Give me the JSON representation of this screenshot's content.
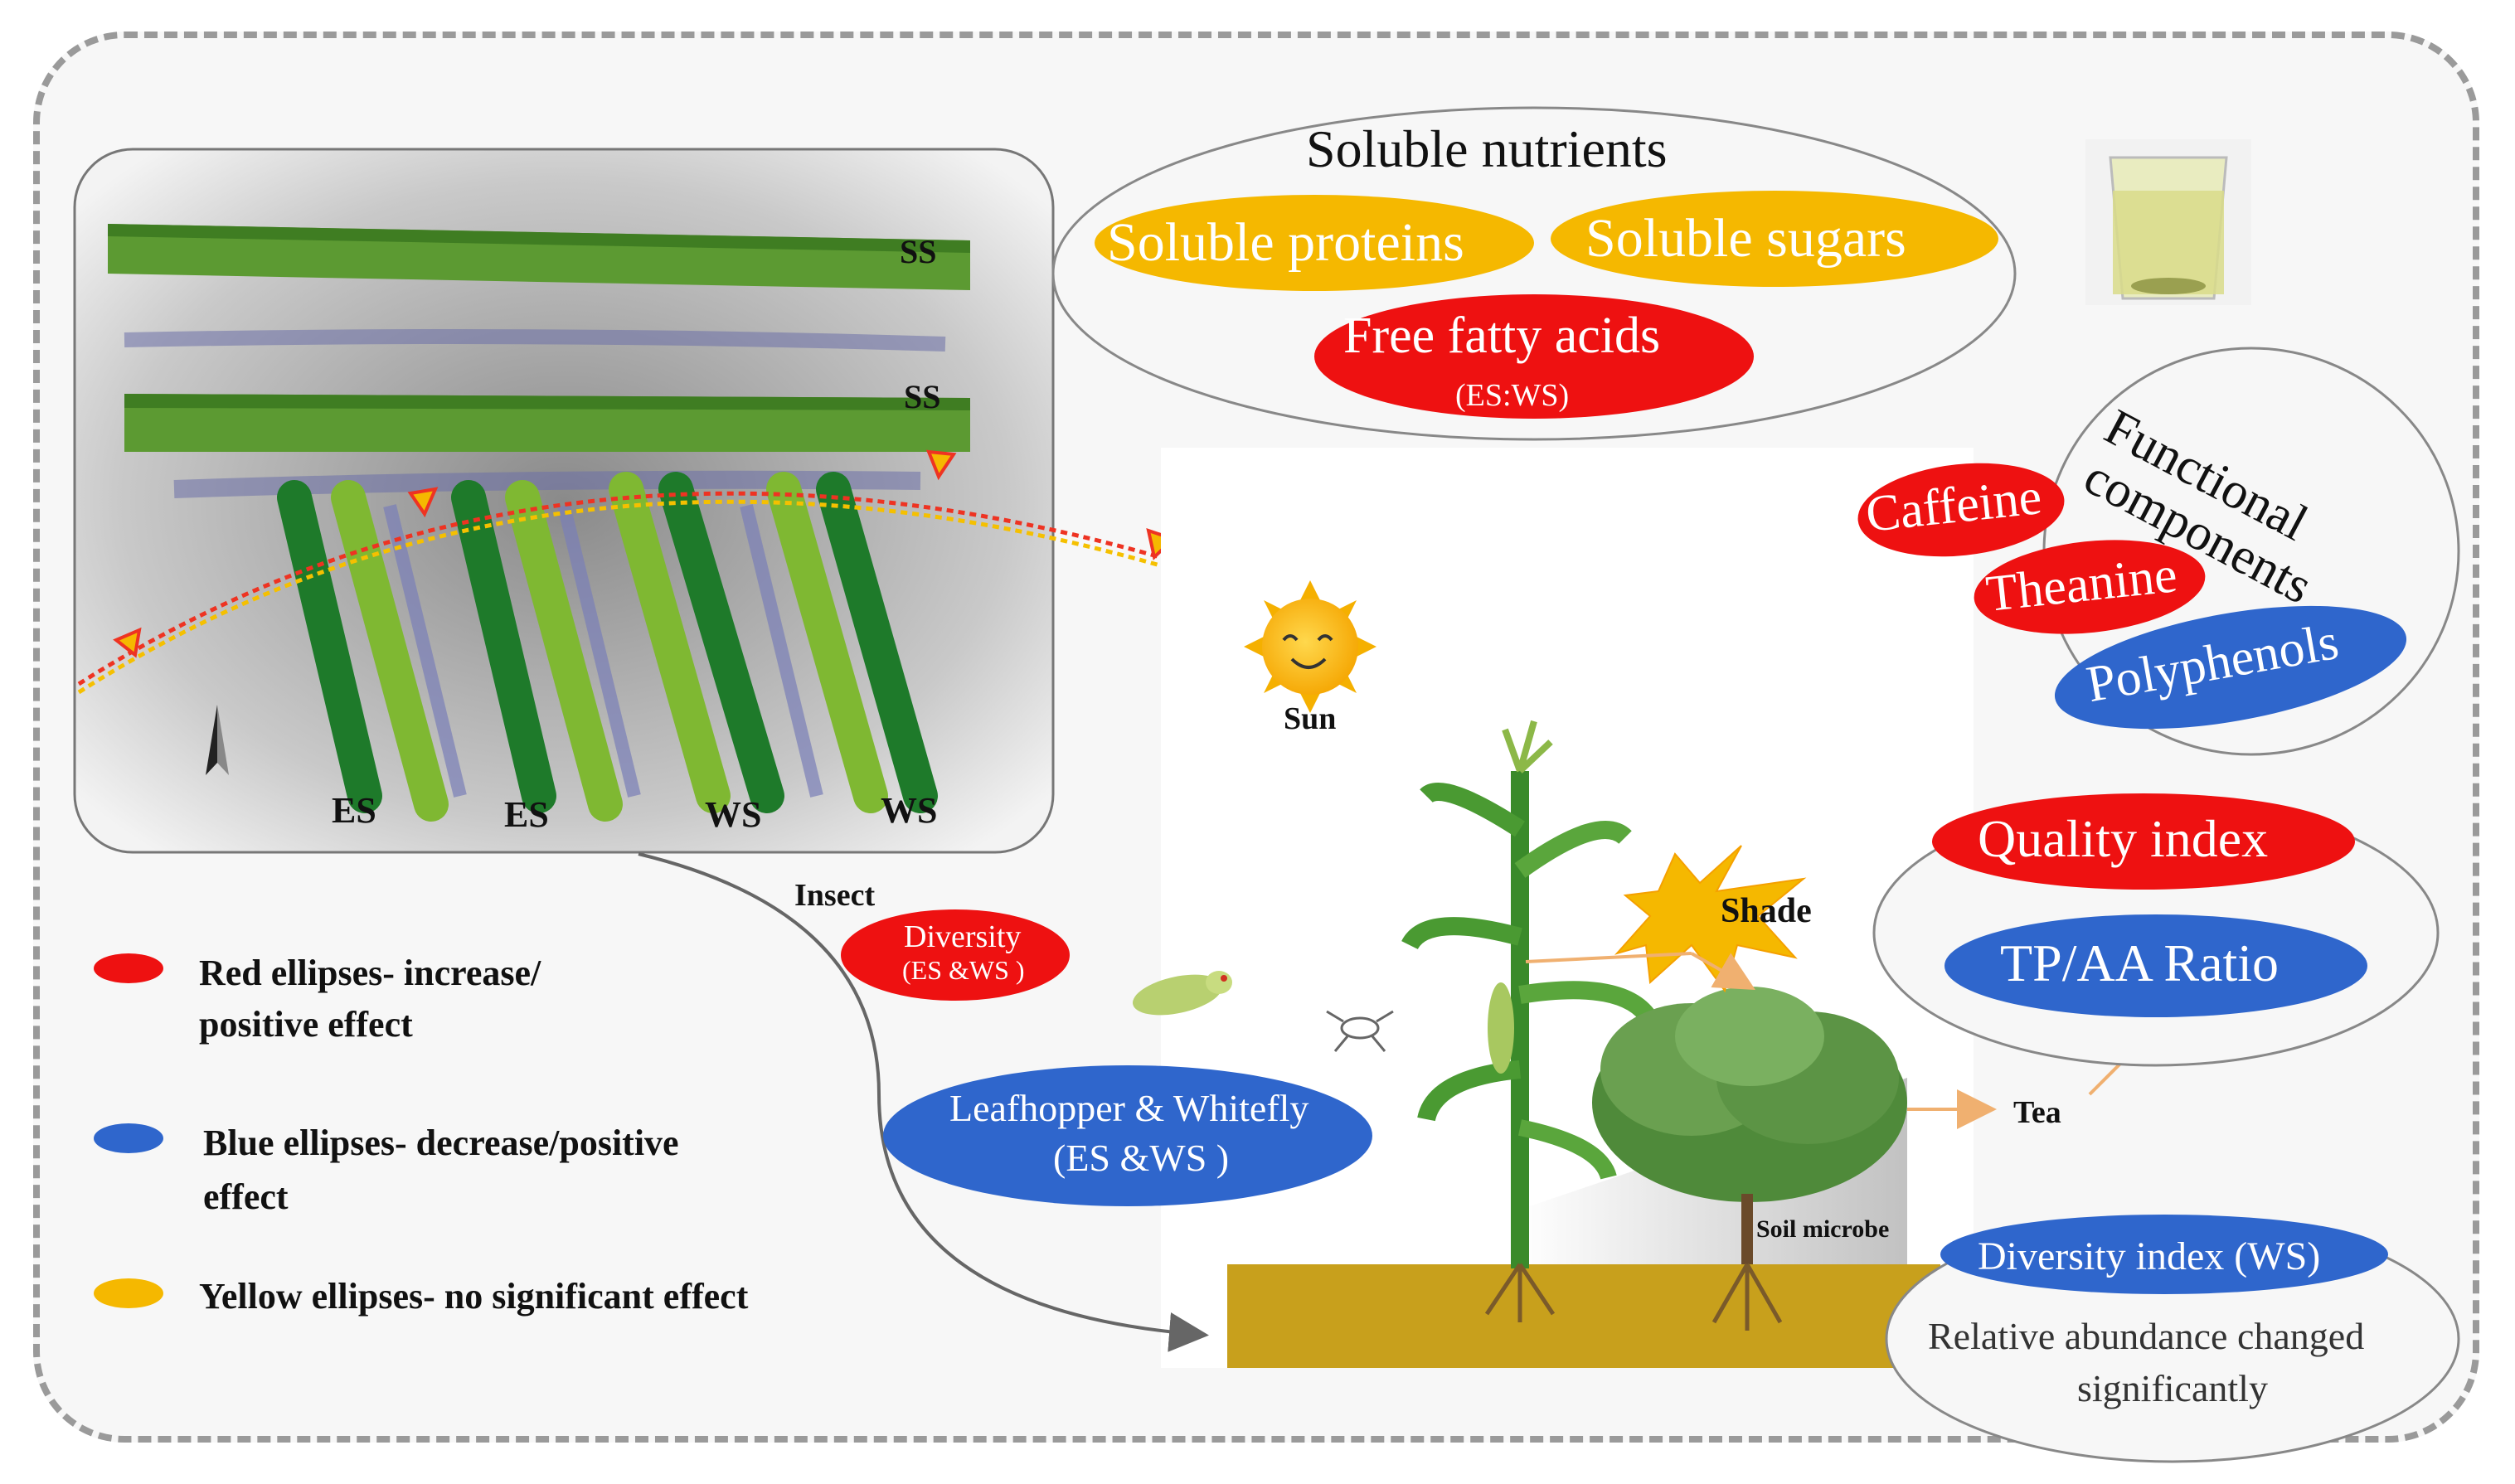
{
  "soluble_nutrients": {
    "title": "Soluble nutrients",
    "proteins": "Soluble proteins",
    "sugars": "Soluble sugars",
    "free_fatty_acids": "Free fatty acids",
    "ffa_note": "(ES:WS)"
  },
  "functional": {
    "title_line1": "Functional",
    "title_line2": "components",
    "caffeine": "Caffeine",
    "theanine": "Theanine",
    "polyphenols": "Polyphenols"
  },
  "quality": {
    "quality_index": "Quality index",
    "tp_aa": "TP/AA Ratio"
  },
  "soil": {
    "diversity": "Diversity index (WS)",
    "abundance_line1": "Relative abundance changed",
    "abundance_line2": "significantly",
    "label": "Soil microbe"
  },
  "insect": {
    "label": "Insect",
    "diversity": "Diversity",
    "diversity_note": "(ES &WS )",
    "pests_line1": "Leafhopper & Whitefly",
    "pests_line2": "(ES &WS )"
  },
  "field": {
    "row_ss1": "SS",
    "row_ss2": "SS",
    "es1": "ES",
    "es2": "ES",
    "ws1": "WS",
    "ws2": "WS"
  },
  "labels": {
    "sun": "Sun",
    "shade": "Shade",
    "tea": "Tea"
  },
  "legend": {
    "red_line1": "Red ellipses- increase/",
    "red_line2": "positive effect",
    "blue_line1": "Blue ellipses- decrease/positive",
    "blue_line2": "effect",
    "yellow": "Yellow ellipses- no significant effect"
  },
  "colors": {
    "red": "#ee1111",
    "blue": "#2f66cc",
    "yellow": "#f5b800",
    "soil": "#c8a01c",
    "dark_green": "#1e7a2a",
    "light_green": "#7fb832"
  }
}
